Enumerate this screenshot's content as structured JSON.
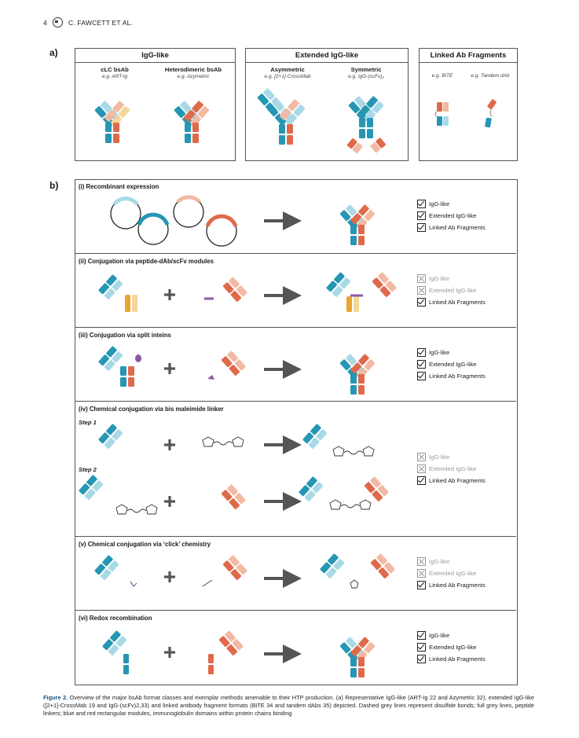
{
  "header": {
    "page_number": "4",
    "authors": "C. FAWCETT ET AL."
  },
  "panel_a": {
    "label": "a)",
    "groups": [
      {
        "title": "IgG-like",
        "formats": [
          {
            "name": "cLC bsAb",
            "example": "e.g. ART-Ig"
          },
          {
            "name": "Heterodimeric bsAb",
            "example": "e.g. Azymetric"
          }
        ]
      },
      {
        "title": "Extended IgG-like",
        "formats": [
          {
            "name": "Asymmetric",
            "example": "e.g. [2+1]-CrossMab"
          },
          {
            "name": "Symmetric",
            "example": "e.g. IgG-(scFv)₂"
          }
        ]
      },
      {
        "title": "Linked Ab Fragments",
        "formats": [
          {
            "name": "",
            "example": "e.g. BiTE"
          },
          {
            "name": "",
            "example": "e.g. Tandem dAb"
          }
        ]
      }
    ]
  },
  "panel_b": {
    "label": "b)",
    "step1": "Step 1",
    "step2": "Step 2",
    "methods": [
      {
        "title": "(i) Recombinant expression",
        "checks": [
          {
            "label": "IgG-like",
            "on": true
          },
          {
            "label": "Extended IgG-like",
            "on": true
          },
          {
            "label": "Linked Ab Fragments",
            "on": true
          }
        ]
      },
      {
        "title": "(ii) Conjugation via peptide-dAb/scFv modules",
        "checks": [
          {
            "label": "IgG-like",
            "on": false
          },
          {
            "label": "Extended IgG-like",
            "on": false
          },
          {
            "label": "Linked Ab Fragments",
            "on": true
          }
        ]
      },
      {
        "title": "(iii) Conjugation via split inteins",
        "checks": [
          {
            "label": "IgG-like",
            "on": true
          },
          {
            "label": "Extended IgG-like",
            "on": true
          },
          {
            "label": "Linked Ab Fragments",
            "on": true
          }
        ]
      },
      {
        "title": "(iv) Chemical conjugation via bis maleimide linker",
        "checks": [
          {
            "label": "IgG-like",
            "on": false
          },
          {
            "label": "Extended IgG-like",
            "on": false
          },
          {
            "label": "Linked Ab Fragments",
            "on": true
          }
        ]
      },
      {
        "title": "(v) Chemical conjugation via ‘click’ chemistry",
        "checks": [
          {
            "label": "IgG-like",
            "on": false
          },
          {
            "label": "Extended IgG-like",
            "on": false
          },
          {
            "label": "Linked Ab Fragments",
            "on": true
          }
        ]
      },
      {
        "title": "(vi) Redox recombination",
        "checks": [
          {
            "label": "IgG-like",
            "on": true
          },
          {
            "label": "Extended IgG-like",
            "on": true
          },
          {
            "label": "Linked Ab Fragments",
            "on": true
          }
        ]
      }
    ]
  },
  "caption": {
    "label": "Figure 2.",
    "text": "Overview of the major bsAb format classes and exemplar methods amenable to their HTP production. (a) Representative IgG-like (ART-Ig 22 and Azymetric 32), extended IgG-like ([2+1]-CrossMab 19 and IgG-(scFv)2,33) and linked antibody fragment formats (BiTE 34 and tandem dAbs 35) depicted. Dashed grey lines represent disulfide bonds; full grey lines, peptide linkers; blue and red rectangular modules, immunoglobulin domains within protein chains binding"
  },
  "colors": {
    "blue": "#2596b3",
    "light_blue": "#a9d9e6",
    "red": "#df6a4a",
    "peach": "#f2b9a3",
    "yellow": "#f3d79a",
    "orange": "#eba434",
    "purple": "#8b5aa5",
    "arrow": "#555555"
  }
}
